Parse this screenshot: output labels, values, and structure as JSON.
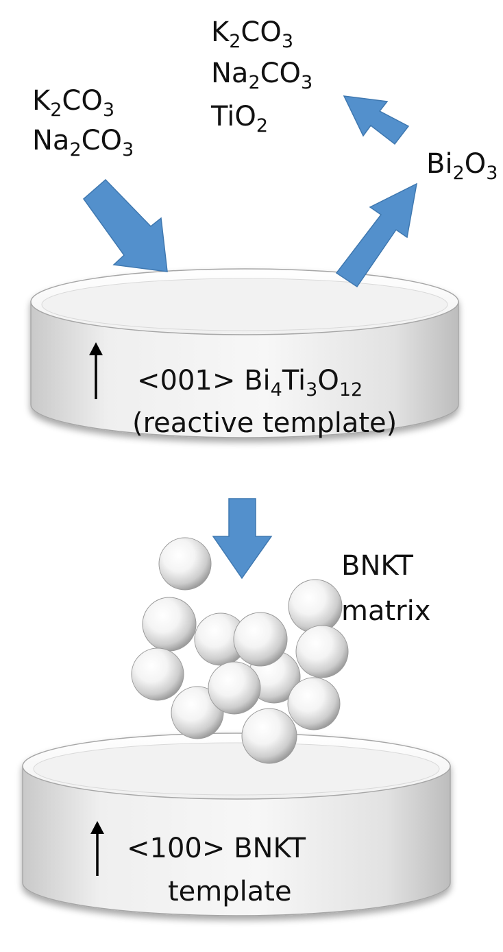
{
  "colors": {
    "arrow_fill": "#5390cc",
    "arrow_stroke": "#3f78b0",
    "dish_side": "#e6e6e6",
    "dish_top": "#ffffff",
    "dish_outline": "#9a9a9a",
    "text": "#111111"
  },
  "labels": {
    "reactants_in": [
      {
        "parts": [
          [
            "K",
            ""
          ],
          [
            "2",
            "sub"
          ],
          [
            "CO",
            ""
          ],
          [
            "3",
            "sub"
          ]
        ]
      },
      {
        "parts": [
          [
            "Na",
            ""
          ],
          [
            "2",
            "sub"
          ],
          [
            "CO",
            ""
          ],
          [
            "3",
            "sub"
          ]
        ]
      }
    ],
    "byproducts_out": [
      {
        "parts": [
          [
            "K",
            ""
          ],
          [
            "2",
            "sub"
          ],
          [
            "CO",
            ""
          ],
          [
            "3",
            "sub"
          ]
        ]
      },
      {
        "parts": [
          [
            "Na",
            ""
          ],
          [
            "2",
            "sub"
          ],
          [
            "CO",
            ""
          ],
          [
            "3",
            "sub"
          ]
        ]
      },
      {
        "parts": [
          [
            "TiO",
            ""
          ],
          [
            "2",
            "sub"
          ]
        ]
      }
    ],
    "bi2o3": {
      "parts": [
        [
          "Bi",
          ""
        ],
        [
          "2",
          "sub"
        ],
        [
          "O",
          ""
        ],
        [
          "3",
          "sub"
        ]
      ]
    },
    "top_dish_line1": {
      "parts": [
        [
          "<001> Bi",
          ""
        ],
        [
          "4",
          "sub"
        ],
        [
          "Ti",
          ""
        ],
        [
          "3",
          "sub"
        ],
        [
          "O",
          ""
        ],
        [
          "12",
          "sub"
        ]
      ]
    },
    "top_dish_line2": "(reactive template)",
    "matrix_line1": "BNKT",
    "matrix_line2": "matrix",
    "bottom_dish_line1": "<100> BNKT",
    "bottom_dish_line2": "template"
  },
  "icons": {
    "orientation_arrow": "up-arrow-icon",
    "process_arrow": "block-arrow-icon",
    "particle": "sphere-icon"
  }
}
